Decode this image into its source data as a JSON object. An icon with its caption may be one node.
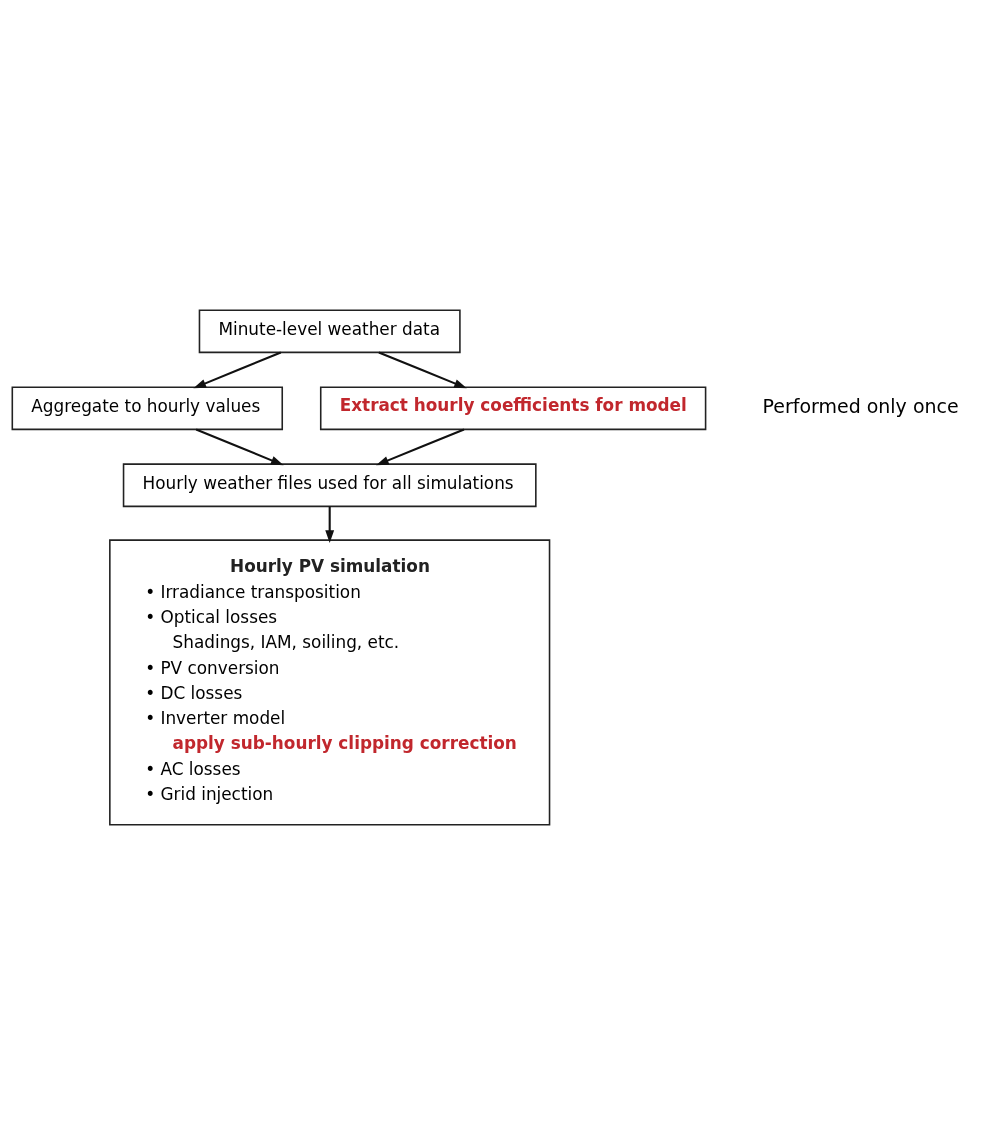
{
  "diagram": {
    "nodes": [
      {
        "text": [
          "Minute-level weather data"
        ]
      },
      {
        "text": [
          "Aggregate to hourly values"
        ]
      },
      {
        "text": [
          "Extract hourly coefficients for model"
        ]
      },
      {
        "text": [
          "Hourly weather files used for all simulations"
        ]
      },
      {
        "text": [
          "Hourly PV simulation",
          "• Irradiance transposition",
          "• Optical losses",
          "Shadings, IAM, soiling, etc.",
          "• PV conversion",
          "• DC losses",
          "• Inverter model",
          "apply sub-hourly clipping correction",
          "• AC losses",
          "• Grid injection"
        ]
      }
    ],
    "edges": [
      {
        "from": 0,
        "to": 1,
        "arrow": "to"
      },
      {
        "from": 0,
        "to": 2,
        "arrow": "to"
      },
      {
        "from": 1,
        "to": 3,
        "arrow": "to"
      },
      {
        "from": 2,
        "to": 3,
        "arrow": "to"
      },
      {
        "from": 3,
        "to": 4,
        "arrow": "to"
      }
    ],
    "labels": [
      "Performed only once"
    ]
  }
}
